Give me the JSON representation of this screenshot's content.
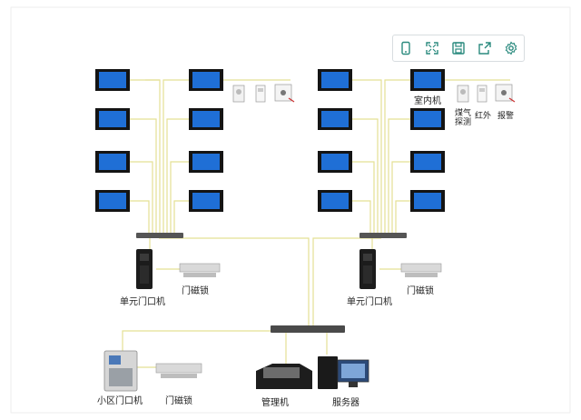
{
  "toolbar": {
    "icons": [
      "phone-icon",
      "fullscreen-icon",
      "save-icon",
      "share-icon",
      "settings-icon"
    ],
    "accent": "#2a8a7e"
  },
  "labels": {
    "indoor_unit": "室内机",
    "gas_detector_line1": "煤气",
    "gas_detector_line2": "探测",
    "infrared": "红外",
    "alarm": "报警",
    "unit_door_station_left": "单元门口机",
    "door_lock_left": "门磁锁",
    "unit_door_station_right": "单元门口机",
    "door_lock_right": "门磁锁",
    "community_door_station": "小区门口机",
    "door_lock_bottom": "门磁锁",
    "management_unit": "管理机",
    "server": "服务器"
  },
  "colors": {
    "wire": "#e4e094",
    "monitor_frame": "#141414",
    "monitor_screen": "#1f6fd6"
  }
}
